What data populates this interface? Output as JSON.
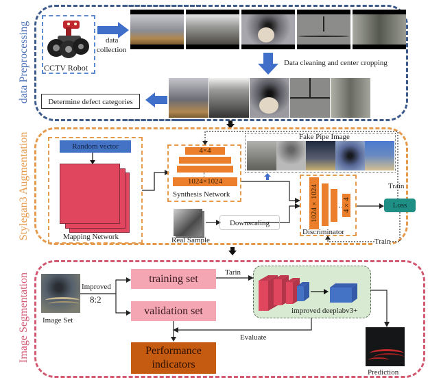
{
  "sections": {
    "preprocessing": {
      "label": "data Preprocessing",
      "robot_label": "CCTV Robot",
      "collection_label_1": "data",
      "collection_label_2": "collection",
      "cleaning_label": "Data cleaning and center cropping",
      "defect_box_label": "Determine defect categories"
    },
    "augmentation": {
      "label": "Stylegan3 Augmentation",
      "random_vector": "Random vector",
      "mapping_network": "Mapping Network",
      "synth_top": "4×4",
      "synth_bottom": "1024×1024",
      "synthesis_network": "Synthesis Network",
      "fake_pipe_image": "Fake Pipe Image",
      "real_sample": "Real Sample",
      "downscaling": "Downscaling",
      "disc_first": "1024×1024",
      "disc_last": "4×4",
      "discriminator": "Discriminator",
      "loss": "Loss",
      "train_top": "Train",
      "train_bottom": "Train"
    },
    "segmentation": {
      "label": "Image Segmentation",
      "image_set": "Image Set",
      "split_label_1": "Improved",
      "split_label_2": "8:2",
      "training_set": "training set",
      "validation_set": "validation set",
      "tarin_label": "Tarin",
      "model_label": "improved deeplabv3+",
      "evaluate_label": "Evaluate",
      "performance_1": "Performance",
      "performance_2": "indicators",
      "prediction": "Prediction"
    }
  },
  "colors": {
    "preprocessing_border": "#3c5a8c",
    "augmentation_border": "#e69a4c",
    "segmentation_border": "#d35a72",
    "arrow_blue": "#3f6fc9",
    "random_vector_fill": "#4472c4",
    "mapping_fill": "#e0475f",
    "orange_bar": "#ec7f2c",
    "loss_fill": "#1f8f86",
    "pink_box": "#f4a6b3",
    "performance_fill": "#c55a11",
    "model_bg": "#d9ead3"
  }
}
